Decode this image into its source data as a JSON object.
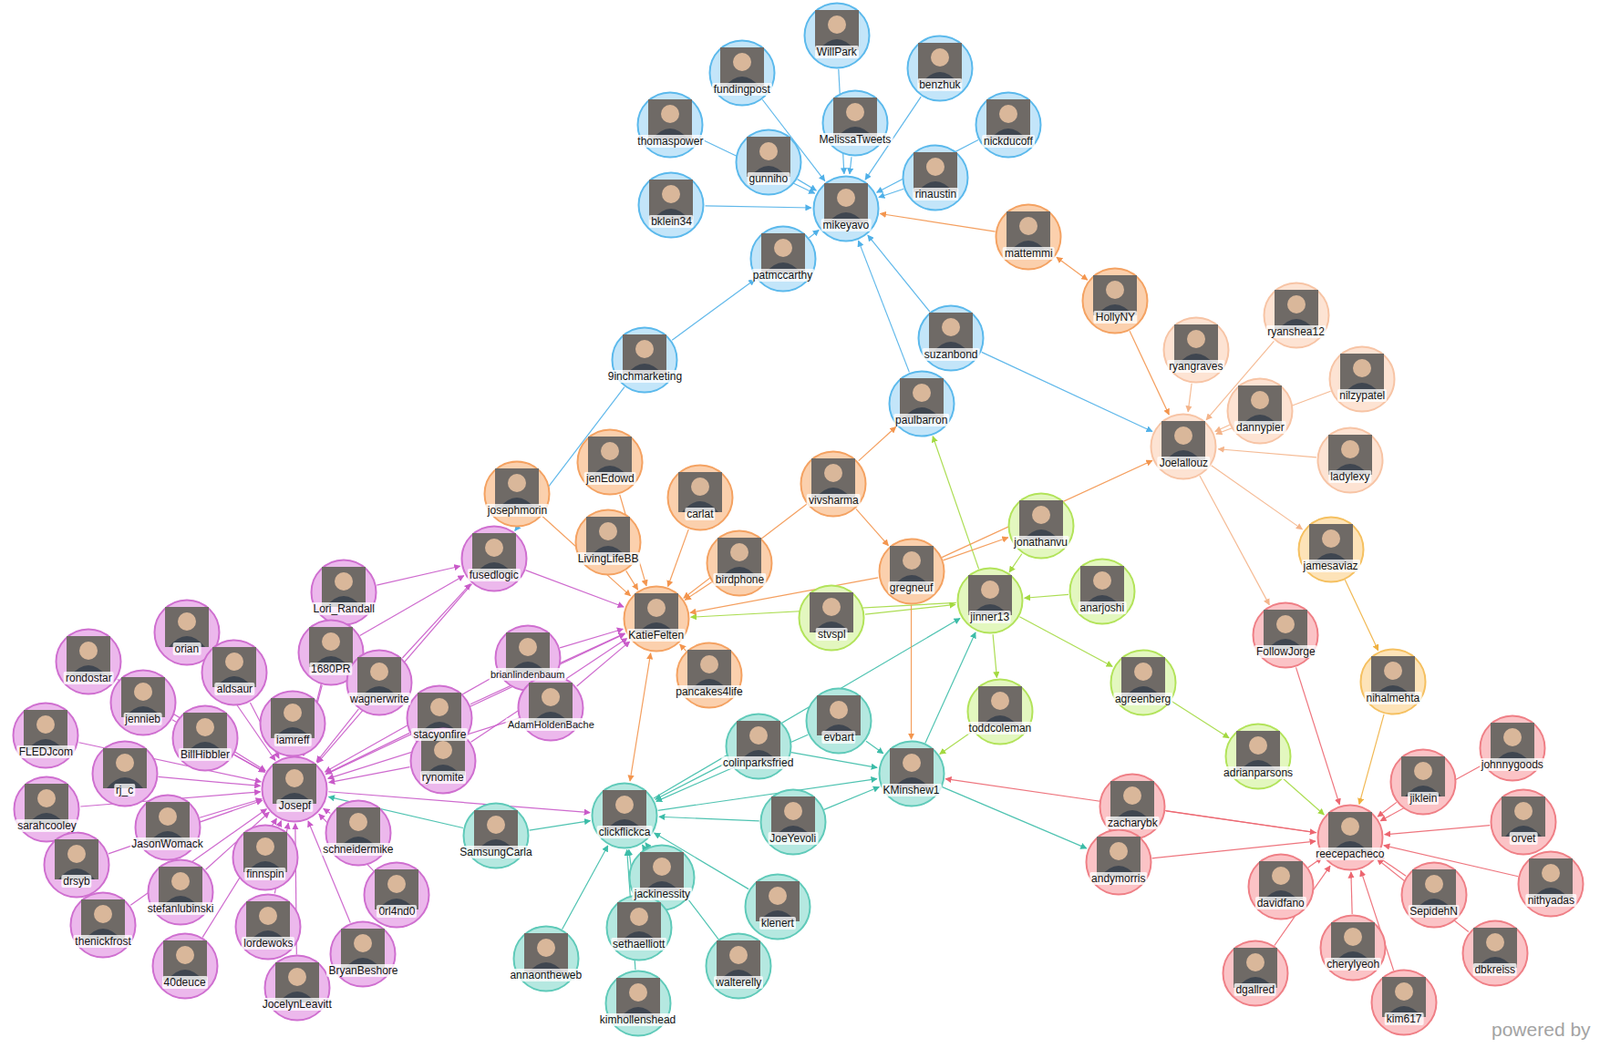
{
  "diagram": {
    "nodes": [
      {
        "text": [
          "WillPark"
        ]
      },
      {
        "text": [
          "fundingpost"
        ]
      },
      {
        "text": [
          "benzhuk"
        ]
      },
      {
        "text": [
          "thomaspower"
        ]
      },
      {
        "text": [
          "MelissaTweets"
        ]
      },
      {
        "text": [
          "nickducoff"
        ]
      },
      {
        "text": [
          "gunniho"
        ]
      },
      {
        "text": [
          "rinaustin"
        ]
      },
      {
        "text": [
          "bklein34"
        ]
      },
      {
        "text": [
          "mikeyavo"
        ]
      },
      {
        "text": [
          "mattemmi"
        ]
      },
      {
        "text": [
          "patmccarthy"
        ]
      },
      {
        "text": [
          "HollyNY"
        ]
      },
      {
        "text": [
          "ryanshea12"
        ]
      },
      {
        "text": [
          "suzanbond"
        ]
      },
      {
        "text": [
          "ryangraves"
        ]
      },
      {
        "text": [
          "9inchmarketing"
        ]
      },
      {
        "text": [
          "nilzypatel"
        ]
      },
      {
        "text": [
          "paulbarron"
        ]
      },
      {
        "text": [
          "dannypier"
        ]
      },
      {
        "text": [
          "Joelallouz"
        ]
      },
      {
        "text": [
          "ladylexy"
        ]
      },
      {
        "text": [
          "jenEdowd"
        ]
      },
      {
        "text": [
          "vivsharma"
        ]
      },
      {
        "text": [
          "josephmorin"
        ]
      },
      {
        "text": [
          "carlat"
        ]
      },
      {
        "text": [
          "jonathanvu"
        ]
      },
      {
        "text": [
          "LivingLifeBB"
        ]
      },
      {
        "text": [
          "jamesaviaz"
        ]
      },
      {
        "text": [
          "fusedlogic"
        ]
      },
      {
        "text": [
          "birdphone"
        ]
      },
      {
        "text": [
          "gregneuf"
        ]
      },
      {
        "text": [
          "anarjoshi"
        ]
      },
      {
        "text": [
          "Lori_Randall"
        ]
      },
      {
        "text": [
          "jinner13"
        ]
      },
      {
        "text": [
          "stvspl"
        ]
      },
      {
        "text": [
          "KatieFelten"
        ]
      },
      {
        "text": [
          "orian"
        ]
      },
      {
        "text": [
          "FollowJorge"
        ]
      },
      {
        "text": [
          "1680PR"
        ]
      },
      {
        "text": [
          "brianlindenbaum"
        ]
      },
      {
        "text": [
          "rondostar"
        ]
      },
      {
        "text": [
          "aldsaur"
        ]
      },
      {
        "text": [
          "pancakes4life"
        ]
      },
      {
        "text": [
          "wagnerwrite"
        ]
      },
      {
        "text": [
          "nihalmehta"
        ]
      },
      {
        "text": [
          "agreenberg"
        ]
      },
      {
        "text": [
          "jennieb"
        ]
      },
      {
        "text": [
          "AdamHoldenBache"
        ]
      },
      {
        "text": [
          "toddcoleman"
        ]
      },
      {
        "text": [
          "stacyonfire"
        ]
      },
      {
        "text": [
          "evbart"
        ]
      },
      {
        "text": [
          "iamreff"
        ]
      },
      {
        "text": [
          "FLEDJcom"
        ]
      },
      {
        "text": [
          "BillHibbler"
        ]
      },
      {
        "text": [
          "colinparksfried"
        ]
      },
      {
        "text": [
          "johnnygoods"
        ]
      },
      {
        "text": [
          "adrianparsons"
        ]
      },
      {
        "text": [
          "rynomite"
        ]
      },
      {
        "text": [
          "KMinshew1"
        ]
      },
      {
        "text": [
          "rj_c"
        ]
      },
      {
        "text": [
          "jiklein"
        ]
      },
      {
        "text": [
          "Josepf"
        ]
      },
      {
        "text": [
          "zacharybk"
        ]
      },
      {
        "text": [
          "sarahcooley"
        ]
      },
      {
        "text": [
          "clickflickca"
        ]
      },
      {
        "text": [
          "JoeYevoli"
        ]
      },
      {
        "text": [
          "orvet"
        ]
      },
      {
        "text": [
          "JasonWomack"
        ]
      },
      {
        "text": [
          "schneidermike"
        ]
      },
      {
        "text": [
          "SamsungCarla"
        ]
      },
      {
        "text": [
          "reecepacheco"
        ]
      },
      {
        "text": [
          "finnspin"
        ]
      },
      {
        "text": [
          "andymorris"
        ]
      },
      {
        "text": [
          "drsyb"
        ]
      },
      {
        "text": [
          "jackinessity"
        ]
      },
      {
        "text": [
          "nithyadas"
        ]
      },
      {
        "text": [
          "davidfano"
        ]
      },
      {
        "text": [
          "stefanlubinski"
        ]
      },
      {
        "text": [
          "SepidehN"
        ]
      },
      {
        "text": [
          "0rl4nd0"
        ]
      },
      {
        "text": [
          "klenert"
        ]
      },
      {
        "text": [
          "thenickfrost"
        ]
      },
      {
        "text": [
          "lordewoks"
        ]
      },
      {
        "text": [
          "sethaelliott"
        ]
      },
      {
        "text": [
          "cherylyeoh"
        ]
      },
      {
        "text": [
          "dbkreiss"
        ]
      },
      {
        "text": [
          "BryanBeshore"
        ]
      },
      {
        "text": [
          "annaontheweb"
        ]
      },
      {
        "text": [
          "walterelly"
        ]
      },
      {
        "text": [
          "40deuce"
        ]
      },
      {
        "text": [
          "dgallred"
        ]
      },
      {
        "text": [
          "JocelynLeavitt"
        ]
      },
      {
        "text": [
          "kim617"
        ]
      },
      {
        "text": [
          "kimhollenshead"
        ]
      }
    ],
    "edges": [
      {
        "from": 0,
        "to": 9,
        "arrow": "to"
      },
      {
        "from": 1,
        "to": 9,
        "arrow": "to"
      },
      {
        "from": 2,
        "to": 9,
        "arrow": "to"
      },
      {
        "from": 3,
        "to": 9,
        "arrow": "to"
      },
      {
        "from": 4,
        "to": 9,
        "arrow": "to"
      },
      {
        "from": 5,
        "to": 9,
        "arrow": "to"
      },
      {
        "from": 6,
        "to": 9,
        "arrow": "to"
      },
      {
        "from": 7,
        "to": 9,
        "arrow": "to"
      },
      {
        "from": 8,
        "to": 9,
        "arrow": "to"
      },
      {
        "from": 11,
        "to": 9,
        "arrow": "to"
      },
      {
        "from": 14,
        "to": 9,
        "arrow": "to"
      },
      {
        "from": 18,
        "to": 9,
        "arrow": "to"
      },
      {
        "from": 10,
        "to": 9,
        "arrow": "to"
      },
      {
        "from": 16,
        "to": 11,
        "arrow": "to"
      },
      {
        "from": 16,
        "to": 29,
        "arrow": "to"
      },
      {
        "from": 10,
        "to": 12,
        "arrow": "both"
      },
      {
        "from": 12,
        "to": 20,
        "arrow": "to"
      },
      {
        "from": 14,
        "to": 20,
        "arrow": "to"
      },
      {
        "from": 23,
        "to": 18,
        "arrow": "to"
      },
      {
        "from": 34,
        "to": 18,
        "arrow": "to"
      },
      {
        "from": 13,
        "to": 20,
        "arrow": "to"
      },
      {
        "from": 15,
        "to": 20,
        "arrow": "to"
      },
      {
        "from": 17,
        "to": 20,
        "arrow": "to"
      },
      {
        "from": 19,
        "to": 20,
        "arrow": "to"
      },
      {
        "from": 21,
        "to": 20,
        "arrow": "to"
      },
      {
        "from": 20,
        "to": 28,
        "arrow": "to"
      },
      {
        "from": 20,
        "to": 38,
        "arrow": "to"
      },
      {
        "from": 31,
        "to": 20,
        "arrow": "to"
      },
      {
        "from": 28,
        "to": 45,
        "arrow": "to"
      },
      {
        "from": 45,
        "to": 71,
        "arrow": "to"
      },
      {
        "from": 38,
        "to": 71,
        "arrow": "to"
      },
      {
        "from": 56,
        "to": 71,
        "arrow": "to"
      },
      {
        "from": 61,
        "to": 71,
        "arrow": "to"
      },
      {
        "from": 67,
        "to": 71,
        "arrow": "to"
      },
      {
        "from": 76,
        "to": 71,
        "arrow": "to"
      },
      {
        "from": 79,
        "to": 71,
        "arrow": "to"
      },
      {
        "from": 86,
        "to": 71,
        "arrow": "to"
      },
      {
        "from": 93,
        "to": 71,
        "arrow": "to"
      },
      {
        "from": 85,
        "to": 71,
        "arrow": "to"
      },
      {
        "from": 91,
        "to": 71,
        "arrow": "to"
      },
      {
        "from": 77,
        "to": 71,
        "arrow": "to"
      },
      {
        "from": 63,
        "to": 71,
        "arrow": "to"
      },
      {
        "from": 73,
        "to": 71,
        "arrow": "to"
      },
      {
        "from": 57,
        "to": 71,
        "arrow": "to"
      },
      {
        "from": 71,
        "to": 59,
        "arrow": "to"
      },
      {
        "from": 59,
        "to": 73,
        "arrow": "to"
      },
      {
        "from": 46,
        "to": 57,
        "arrow": "to"
      },
      {
        "from": 34,
        "to": 46,
        "arrow": "to"
      },
      {
        "from": 26,
        "to": 34,
        "arrow": "to"
      },
      {
        "from": 32,
        "to": 34,
        "arrow": "to"
      },
      {
        "from": 34,
        "to": 49,
        "arrow": "to"
      },
      {
        "from": 35,
        "to": 34,
        "arrow": "to"
      },
      {
        "from": 34,
        "to": 36,
        "arrow": "to"
      },
      {
        "from": 59,
        "to": 34,
        "arrow": "to"
      },
      {
        "from": 65,
        "to": 34,
        "arrow": "to"
      },
      {
        "from": 49,
        "to": 59,
        "arrow": "to"
      },
      {
        "from": 31,
        "to": 59,
        "arrow": "to"
      },
      {
        "from": 23,
        "to": 31,
        "arrow": "to"
      },
      {
        "from": 31,
        "to": 36,
        "arrow": "to"
      },
      {
        "from": 31,
        "to": 26,
        "arrow": "to"
      },
      {
        "from": 23,
        "to": 36,
        "arrow": "to"
      },
      {
        "from": 22,
        "to": 36,
        "arrow": "to"
      },
      {
        "from": 24,
        "to": 36,
        "arrow": "to"
      },
      {
        "from": 25,
        "to": 36,
        "arrow": "to"
      },
      {
        "from": 27,
        "to": 36,
        "arrow": "to"
      },
      {
        "from": 30,
        "to": 36,
        "arrow": "to"
      },
      {
        "from": 43,
        "to": 36,
        "arrow": "to"
      },
      {
        "from": 29,
        "to": 36,
        "arrow": "to"
      },
      {
        "from": 40,
        "to": 36,
        "arrow": "to"
      },
      {
        "from": 48,
        "to": 36,
        "arrow": "to"
      },
      {
        "from": 50,
        "to": 36,
        "arrow": "to"
      },
      {
        "from": 58,
        "to": 36,
        "arrow": "to"
      },
      {
        "from": 62,
        "to": 36,
        "arrow": "to"
      },
      {
        "from": 36,
        "to": 65,
        "arrow": "both"
      },
      {
        "from": 51,
        "to": 59,
        "arrow": "to"
      },
      {
        "from": 55,
        "to": 59,
        "arrow": "to"
      },
      {
        "from": 66,
        "to": 59,
        "arrow": "to"
      },
      {
        "from": 65,
        "to": 59,
        "arrow": "to"
      },
      {
        "from": 55,
        "to": 65,
        "arrow": "to"
      },
      {
        "from": 70,
        "to": 65,
        "arrow": "to"
      },
      {
        "from": 75,
        "to": 65,
        "arrow": "to"
      },
      {
        "from": 84,
        "to": 65,
        "arrow": "to"
      },
      {
        "from": 94,
        "to": 65,
        "arrow": "to"
      },
      {
        "from": 88,
        "to": 65,
        "arrow": "to"
      },
      {
        "from": 81,
        "to": 65,
        "arrow": "to"
      },
      {
        "from": 89,
        "to": 65,
        "arrow": "to"
      },
      {
        "from": 66,
        "to": 65,
        "arrow": "to"
      },
      {
        "from": 51,
        "to": 65,
        "arrow": "to"
      },
      {
        "from": 62,
        "to": 65,
        "arrow": "to"
      },
      {
        "from": 70,
        "to": 62,
        "arrow": "to"
      },
      {
        "from": 33,
        "to": 62,
        "arrow": "to"
      },
      {
        "from": 37,
        "to": 62,
        "arrow": "to"
      },
      {
        "from": 39,
        "to": 62,
        "arrow": "to"
      },
      {
        "from": 41,
        "to": 62,
        "arrow": "to"
      },
      {
        "from": 42,
        "to": 62,
        "arrow": "to"
      },
      {
        "from": 44,
        "to": 62,
        "arrow": "to"
      },
      {
        "from": 47,
        "to": 62,
        "arrow": "to"
      },
      {
        "from": 54,
        "to": 62,
        "arrow": "to"
      },
      {
        "from": 52,
        "to": 62,
        "arrow": "to"
      },
      {
        "from": 53,
        "to": 62,
        "arrow": "to"
      },
      {
        "from": 60,
        "to": 62,
        "arrow": "to"
      },
      {
        "from": 64,
        "to": 62,
        "arrow": "to"
      },
      {
        "from": 68,
        "to": 62,
        "arrow": "to"
      },
      {
        "from": 74,
        "to": 62,
        "arrow": "to"
      },
      {
        "from": 78,
        "to": 62,
        "arrow": "to"
      },
      {
        "from": 82,
        "to": 62,
        "arrow": "to"
      },
      {
        "from": 90,
        "to": 62,
        "arrow": "to"
      },
      {
        "from": 92,
        "to": 62,
        "arrow": "to"
      },
      {
        "from": 83,
        "to": 62,
        "arrow": "to"
      },
      {
        "from": 72,
        "to": 62,
        "arrow": "to"
      },
      {
        "from": 69,
        "to": 62,
        "arrow": "to"
      },
      {
        "from": 80,
        "to": 62,
        "arrow": "to"
      },
      {
        "from": 87,
        "to": 62,
        "arrow": "to"
      },
      {
        "from": 50,
        "to": 62,
        "arrow": "to"
      },
      {
        "from": 58,
        "to": 62,
        "arrow": "to"
      },
      {
        "from": 40,
        "to": 62,
        "arrow": "to"
      },
      {
        "from": 48,
        "to": 62,
        "arrow": "to"
      },
      {
        "from": 29,
        "to": 62,
        "arrow": "to"
      },
      {
        "from": 33,
        "to": 29,
        "arrow": "to"
      },
      {
        "from": 39,
        "to": 29,
        "arrow": "to"
      },
      {
        "from": 44,
        "to": 29,
        "arrow": "to"
      }
    ],
    "labels": [
      "powered by"
    ]
  }
}
